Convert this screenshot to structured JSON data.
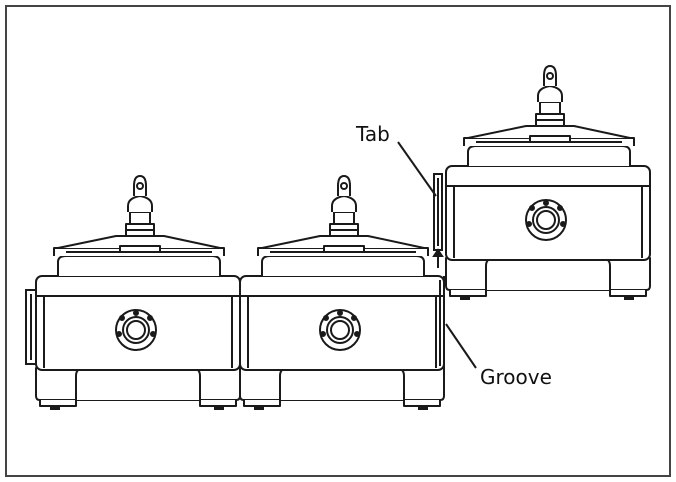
{
  "diagram": {
    "labels": {
      "tab": "Tab",
      "groove": "Groove"
    },
    "units": [
      {
        "id": "unit-left",
        "icon": "dial-knob"
      },
      {
        "id": "unit-middle",
        "icon": "dial-knob"
      },
      {
        "id": "unit-right-raised",
        "icon": "dial-knob"
      }
    ],
    "colors": {
      "line": "#1a1a1a",
      "background": "#ffffff",
      "frame": "#444444"
    }
  }
}
